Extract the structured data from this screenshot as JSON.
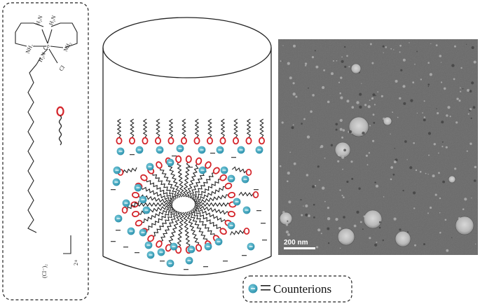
{
  "structure_panel": {
    "atom_labels": {
      "nh2_a": "H₂N",
      "nh2_b": "H₂N",
      "co": "Co",
      "nh2_c": "NH₂",
      "nh2_d": "NH₂",
      "h2n_e": "H₂N",
      "cl": "Cl"
    },
    "charge": "2+",
    "counter_anion": "(Cl⁻)₂"
  },
  "micelle_panel": {
    "charge_mark": "—"
  },
  "tem_panel": {
    "scale_label": "200 nm"
  },
  "legend": {
    "label": "Counterions",
    "symbol_mark": "—"
  },
  "colors": {
    "head_red": "#d4242a",
    "counterion_blue": "#3aa7c1",
    "tem_bg": "#6f6f6f",
    "dashed_border": "#222222"
  }
}
